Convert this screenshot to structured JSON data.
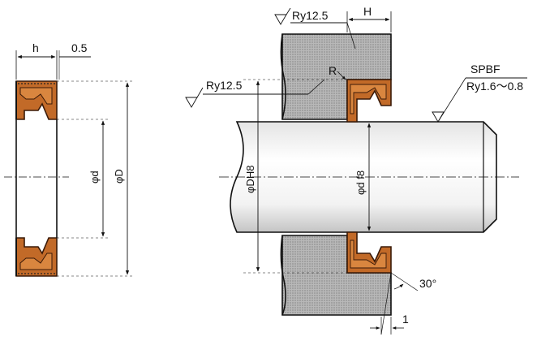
{
  "labels": {
    "h": "h",
    "gap": "0.5",
    "d": "φd",
    "D": "φD",
    "H": "H",
    "ry_top": "Ry12.5",
    "ry_left": "Ry12.5",
    "R": "R",
    "spbf": "SPBF",
    "ry_shaft": "Ry1.6～0.8",
    "bore": "φDH8",
    "shaft": "φd f8",
    "angle": "30°",
    "chamfer": "1"
  },
  "colors": {
    "seal": "#c26a28",
    "seal_outline": "#3a1a08",
    "housing": "#b3b3b3",
    "housing_dots": "#7a7a7a",
    "shaft_light": "#ffffff",
    "shaft_dark": "#c9c9c9",
    "line": "#111111"
  }
}
